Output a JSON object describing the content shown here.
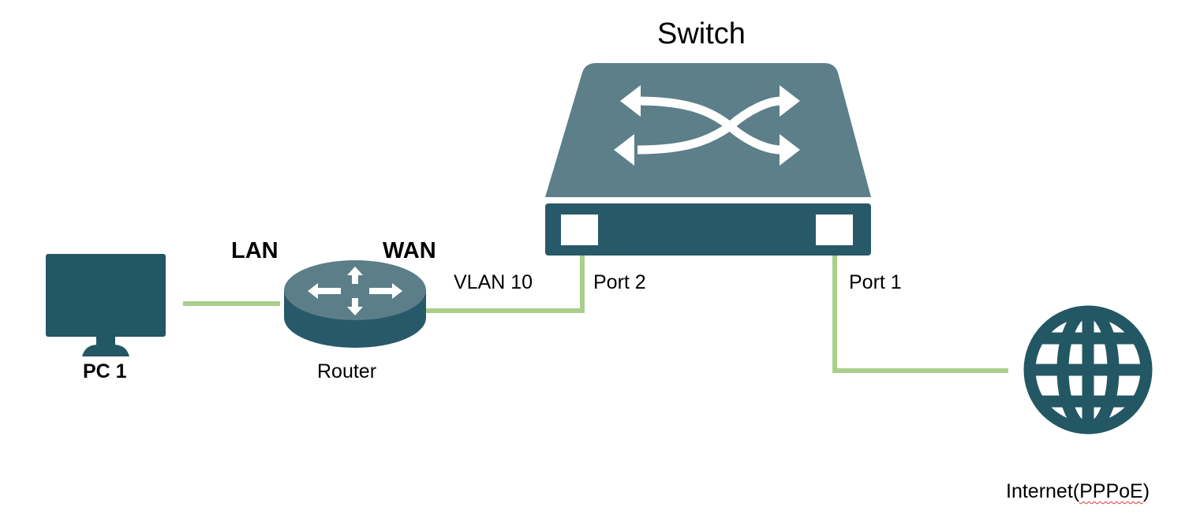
{
  "diagram": {
    "title": "Switch",
    "links": {
      "lan_label": "LAN",
      "wan_label": "WAN",
      "vlan_label": "VLAN 10",
      "port2_label": "Port 2",
      "port1_label": "Port 1"
    },
    "devices": {
      "pc": "PC 1",
      "router": "Router",
      "internet_prefix": "Internet(",
      "internet_pppoe": "PPPoE",
      "internet_suffix": ")"
    },
    "colors": {
      "device": "#235764",
      "switch_top": "#5c7f89",
      "switch_front": "#275969",
      "router_top": "#5b7e88",
      "cable": "#a9cf8c",
      "icon_fill": "#ffffff",
      "spellcheck_underline": "#d23b3b"
    },
    "icons": [
      "monitor-icon",
      "router-icon",
      "switch-icon",
      "globe-icon"
    ]
  }
}
